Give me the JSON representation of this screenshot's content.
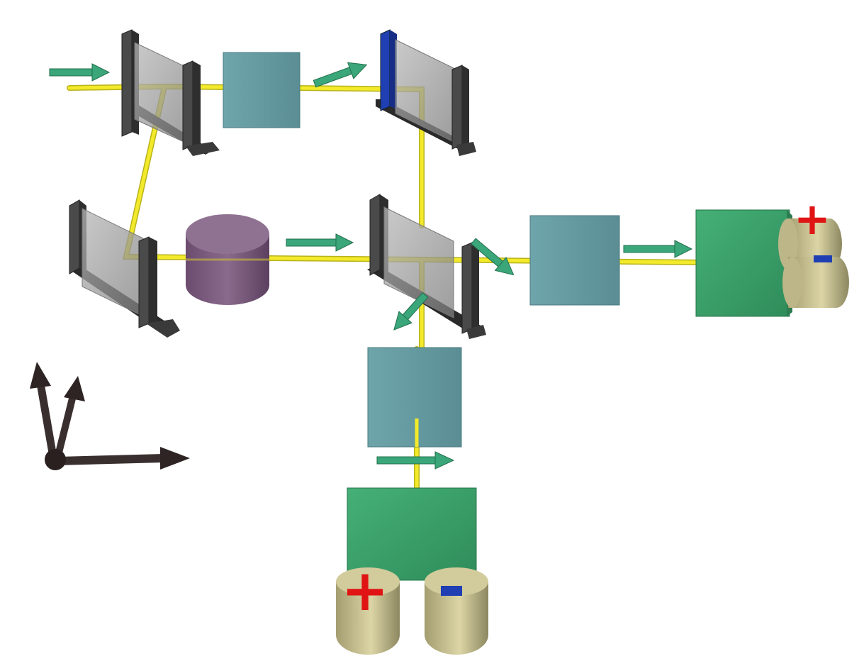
{
  "diagram": {
    "kind": "3D optical setup (Mach-Zehnder interferometer)",
    "beam_color": "#f2ea2a",
    "arrow_color": "#3aa679",
    "components": {
      "mirror": "mirror",
      "beam_splitter": "beam-splitter",
      "phase_shifter": "phase-shifter",
      "polarizer": "polarizer",
      "detector": "detector"
    },
    "detector_terminals": {
      "positive": "+",
      "negative": "−"
    },
    "colors": {
      "mirror_frame": "#3c3c3c",
      "mirror_glass": "#9a9a9a",
      "mirror_blue_edge": "#1f3fb3",
      "box_teal": "#5f969c",
      "phase_shifter": "#7b5a7e",
      "detector_green": "#3a9e69",
      "terminal_tan": "#cfc797",
      "plus_red": "#e01414",
      "minus_blue": "#1f3fb3",
      "axes": "#3a2f2f"
    }
  }
}
